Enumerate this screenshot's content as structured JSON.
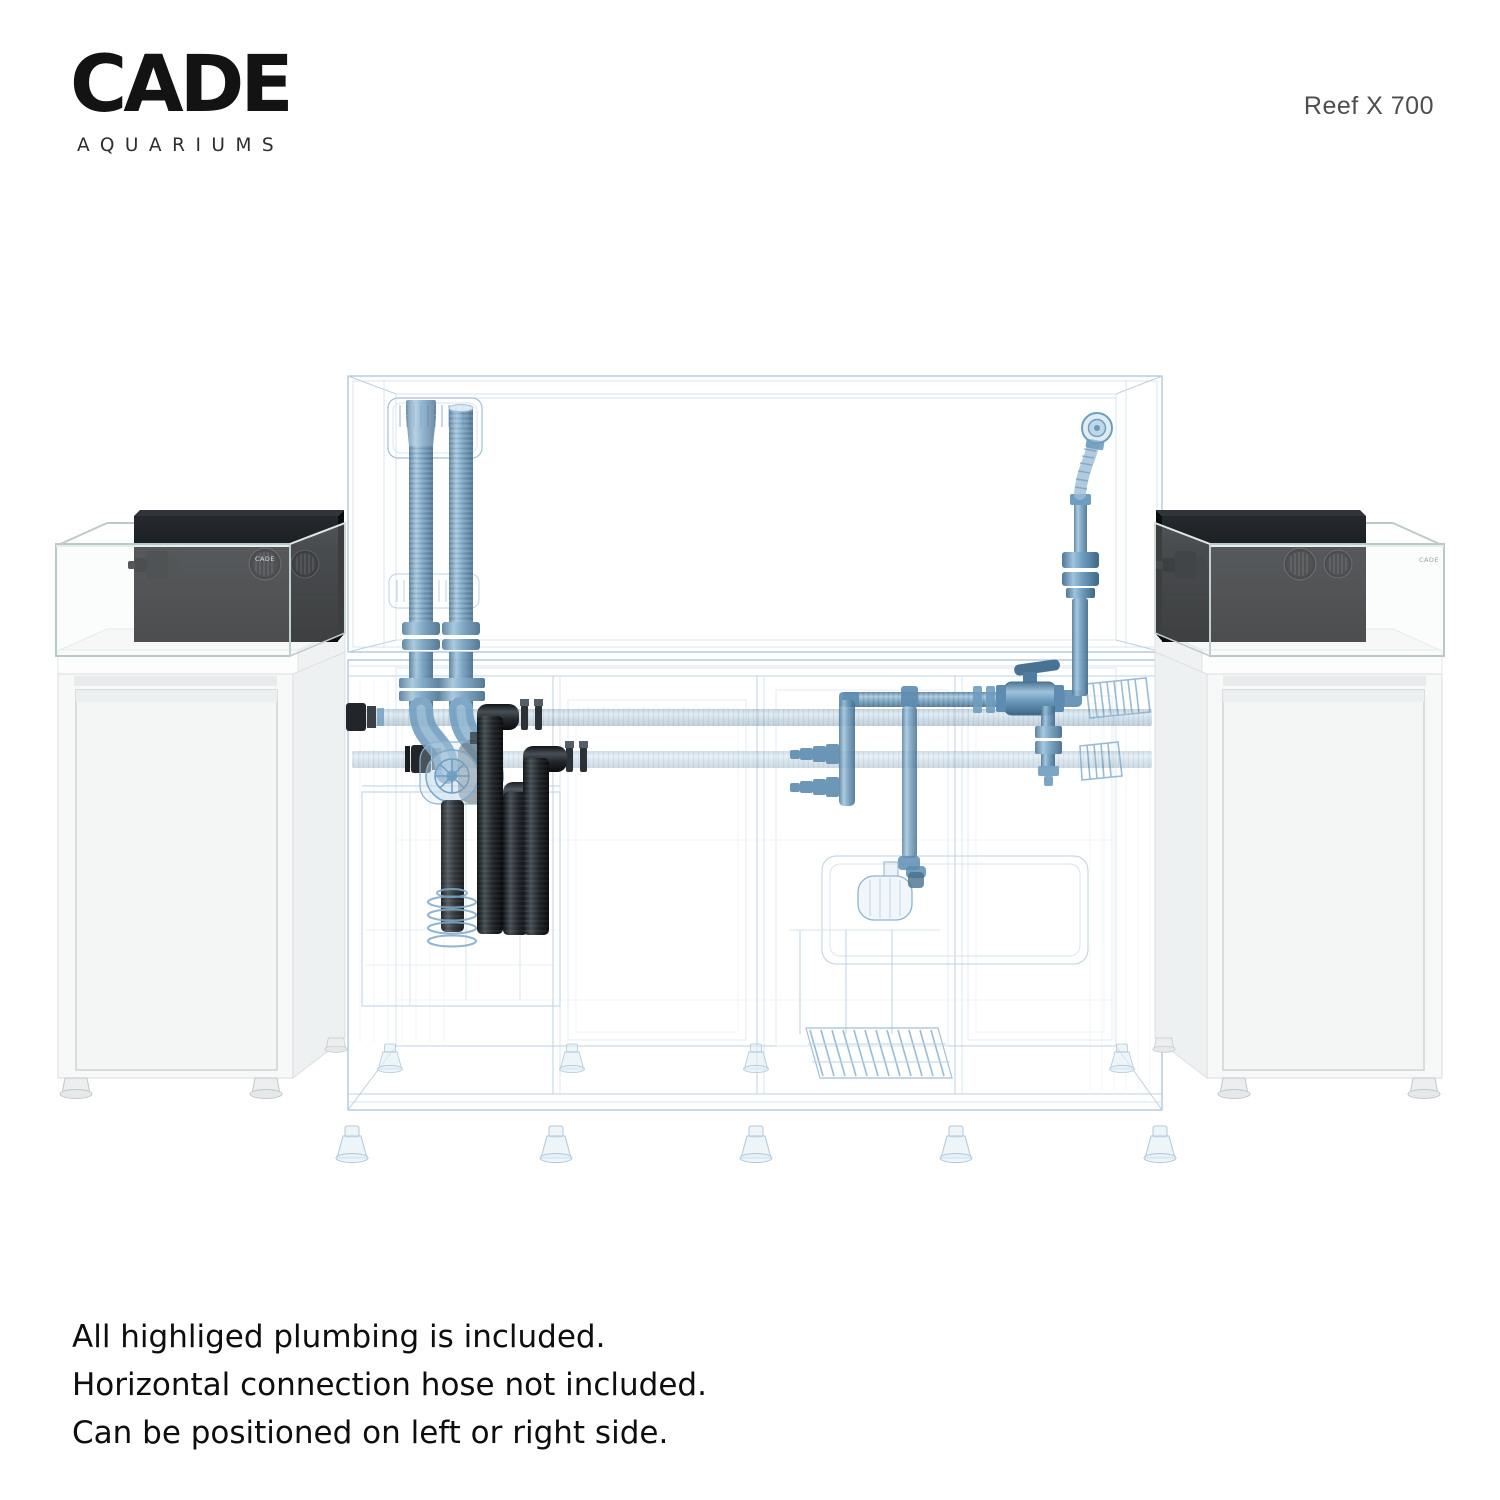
{
  "header": {
    "logo": {
      "text": "CADE",
      "subtext": "AQUARIUMS"
    },
    "product_name": "Reef X 700"
  },
  "footer": {
    "lines": [
      "All highliged plumbing is included.",
      "Horizontal connection hose not included.",
      "Can be positioned on left or right side."
    ]
  },
  "illustration": {
    "description": "Wireframe render of Reef X 700 aquarium and stand with highlighted included plumbing, flanked by two satellite tanks on white cabinets",
    "labels": {
      "left_box_brand": "CADE",
      "right_glass_brand": "CADE"
    },
    "components": [
      "display-tank-wireframe",
      "overflow-box",
      "drain-standpipes",
      "drain-pump",
      "dark-drain-pipes",
      "manifold-pipes",
      "return-riser",
      "ball-valve",
      "flex-hose-nozzle",
      "return-pump",
      "sump-tray",
      "filter-grate",
      "leveling-feet",
      "left-satellite-tank",
      "right-satellite-tank"
    ],
    "colors": {
      "background": "#ffffff",
      "wireframe": "#b6cce0",
      "wireframe_dark": "#9cb9d0",
      "plumbing_highlight": "#6f9dbf",
      "plumbing_highlight_light": "#b9d4e6",
      "plumbing_dark": "#23282c",
      "black_box": "#141619",
      "glass_edge": "#bccbc9",
      "cabinet_white": "#f7f9f9",
      "text_dark": "#0e0e0e",
      "text_gray": "#4e4e4e"
    }
  }
}
